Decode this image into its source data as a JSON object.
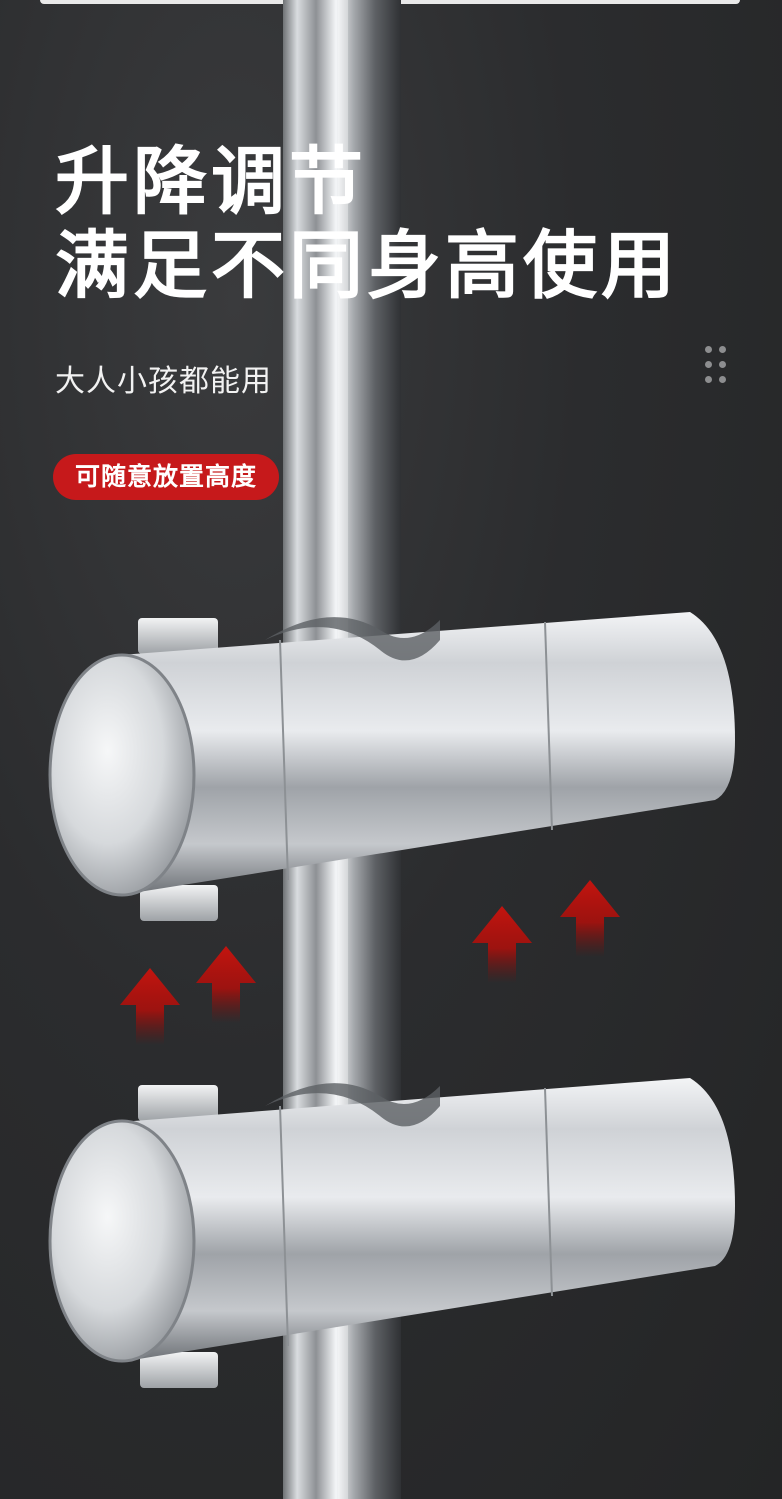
{
  "headline": {
    "line1": "升降调节",
    "line2": "满足不同身高使用"
  },
  "subtitle": "大人小孩都能用",
  "badge": "可随意放置高度",
  "icons": {
    "menu": "dots-grid-icon",
    "arrows": "up-arrow-icon"
  },
  "colors": {
    "background": "#2a2b2c",
    "accent_red": "#c6191b",
    "arrow_red": "#b5120f",
    "chrome": "#c9ccd0"
  }
}
